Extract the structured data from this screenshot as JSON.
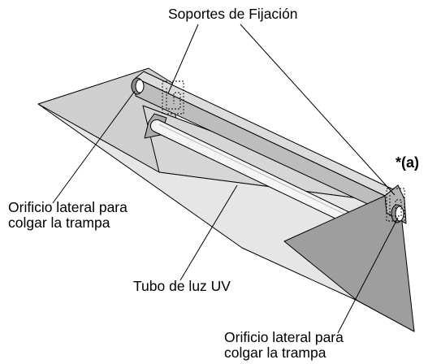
{
  "labels": {
    "soportes": "Soportes de Fijación",
    "marker": "*(a)",
    "orificio_left": [
      "Orificio lateral para",
      "colgar la trampa"
    ],
    "tubo": "Tubo de luz UV",
    "orificio_right": [
      "Orificio lateral para",
      "colgar la trampa"
    ]
  },
  "colors": {
    "outline": "#000000",
    "body_light": "#e0e0e0",
    "body_mid": "#c8c8c8",
    "body_dark": "#9a9a9a",
    "tube": "#f4f4f4"
  }
}
